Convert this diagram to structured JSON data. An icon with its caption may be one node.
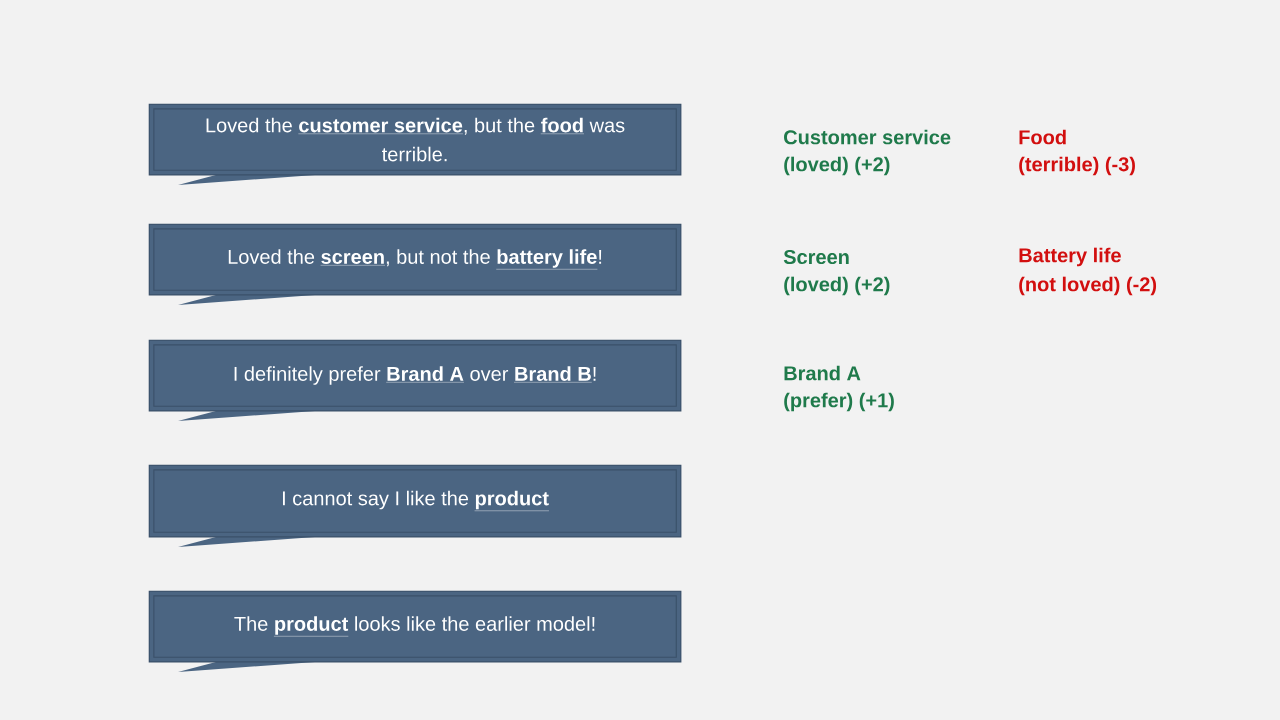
{
  "diagram": {
    "nodes": [
      {
        "text": [
          "Loved the **customer service**, but the **food** was terrible."
        ]
      },
      {
        "text": [
          "Loved the **screen**, but not the **battery life**!"
        ]
      },
      {
        "text": [
          "I definitely prefer **Brand A** over **Brand B**!"
        ]
      },
      {
        "text": [
          "I cannot say I like the **product**"
        ]
      },
      {
        "text": [
          "The **product** looks like the earlier model!"
        ]
      }
    ],
    "labels": [
      "Customer service",
      "(loved) (+2)",
      "Food",
      "(terrible) (-3)",
      "Screen",
      "(loved) (+2)",
      "Battery life",
      "(not loved) (-2)",
      "Brand A",
      "(prefer) (+1)"
    ]
  }
}
